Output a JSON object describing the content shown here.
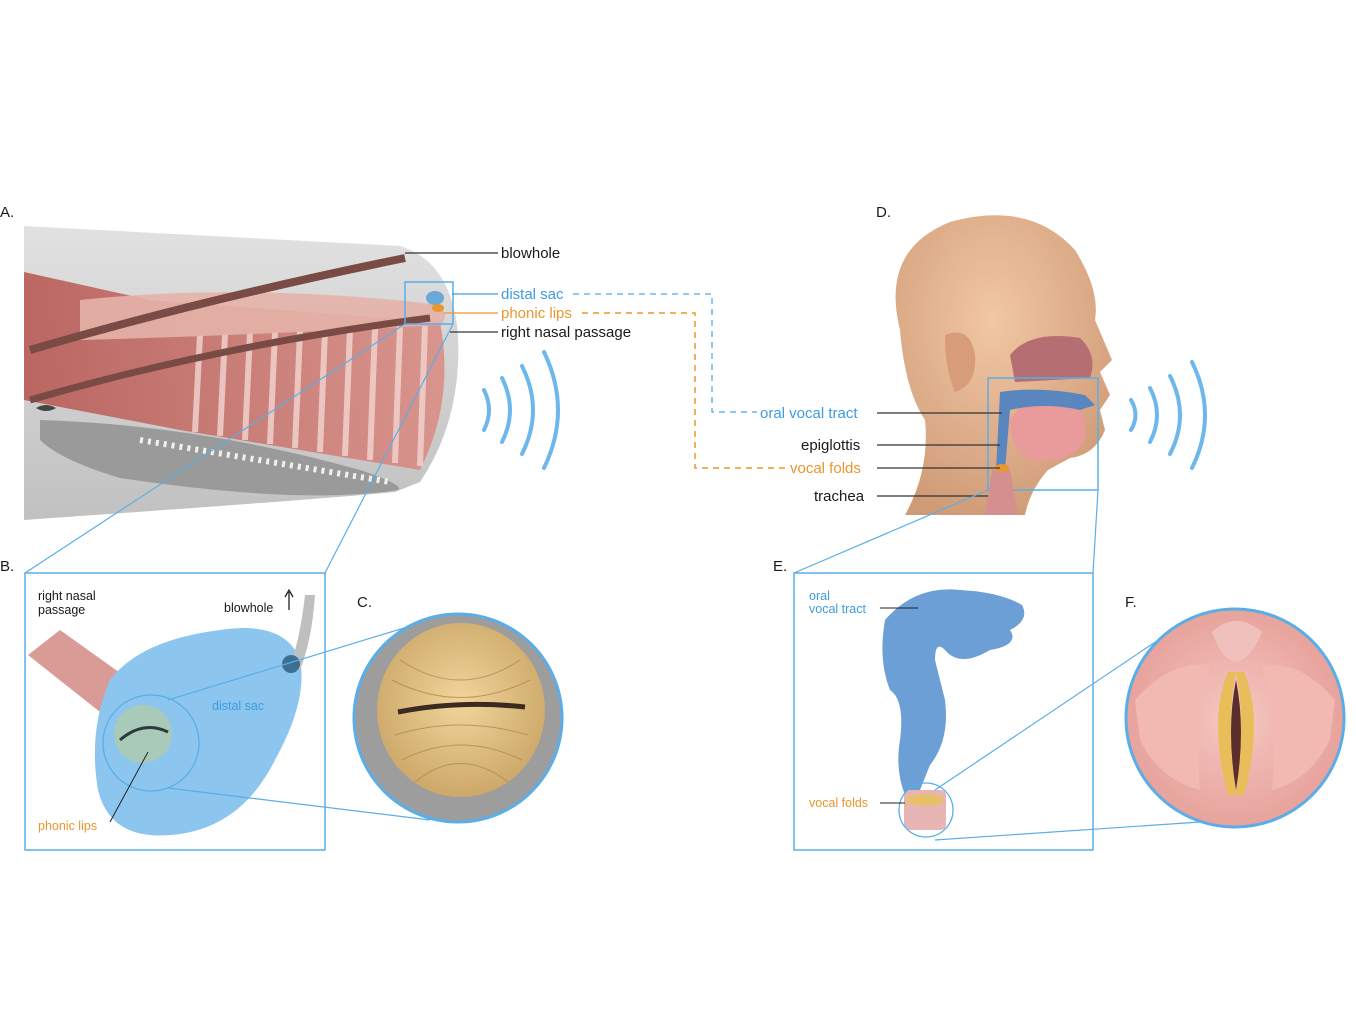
{
  "panels": {
    "a": "A.",
    "b": "B.",
    "c": "C.",
    "d": "D.",
    "e": "E.",
    "f": "F."
  },
  "whale_labels": {
    "blowhole": "blowhole",
    "distal_sac": "distal sac",
    "phonic_lips": "phonic lips",
    "right_nasal_passage": "right nasal passage"
  },
  "detail_b": {
    "right_nasal_line1": "right nasal",
    "right_nasal_line2": "passage",
    "blowhole": "blowhole",
    "distal_sac": "distal sac",
    "phonic_lips": "phonic lips"
  },
  "human_labels": {
    "oral_vocal_tract": "oral vocal tract",
    "epiglottis": "epiglottis",
    "vocal_folds": "vocal folds",
    "trachea": "trachea"
  },
  "detail_e": {
    "oral_line1": "oral",
    "oral_line2": "vocal tract",
    "vocal_folds": "vocal folds"
  },
  "colors": {
    "blue": "#3d9be0",
    "orange": "#e9962d",
    "frame": "#5aaee8"
  }
}
